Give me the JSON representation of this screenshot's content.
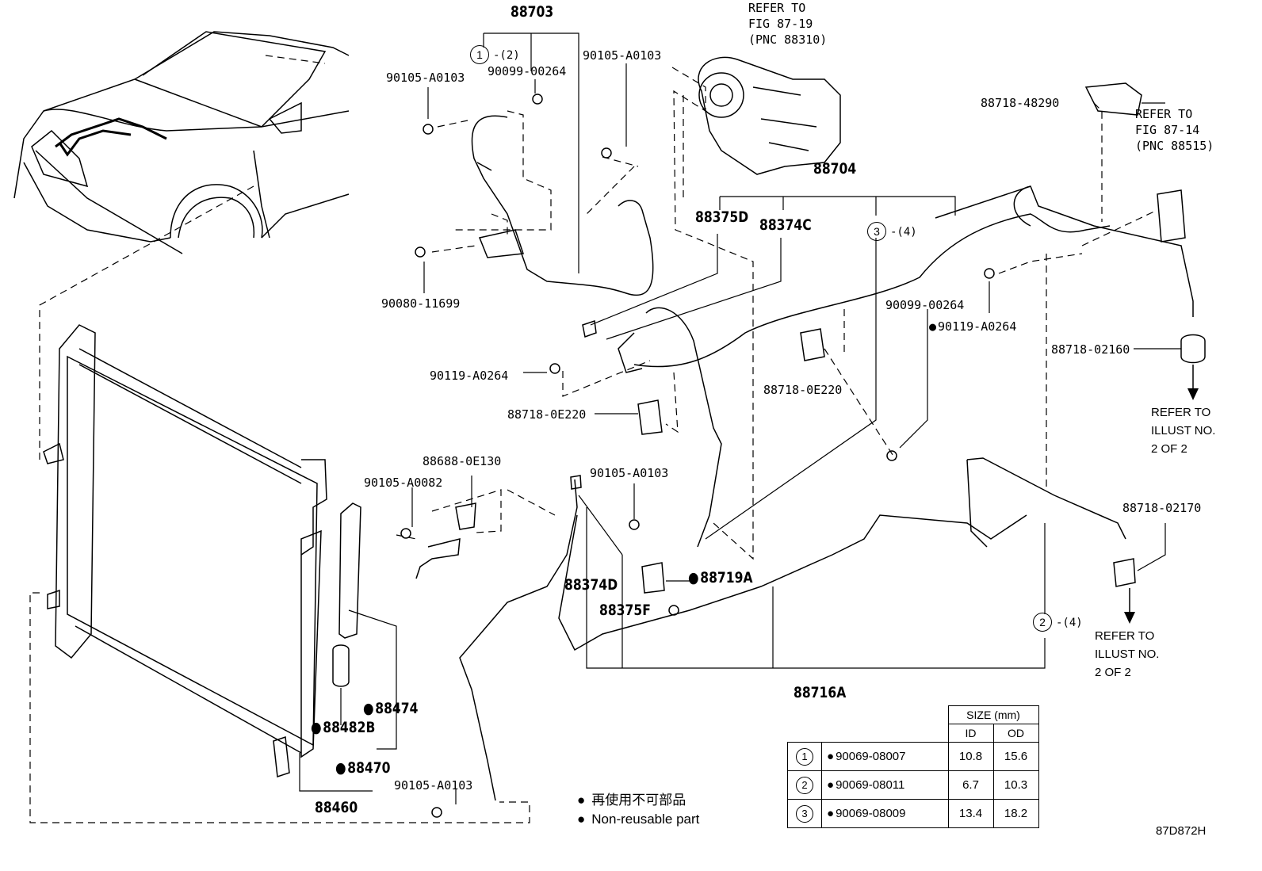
{
  "labels": {
    "p88703": "88703",
    "p90105_a": "90105-A0103",
    "p90099_a": "90099-00264",
    "p90105_b": "90105-A0103",
    "p90080": "90080-11699",
    "p88704": "88704",
    "p88375D": "88375D",
    "p88374C": "88374C",
    "p90099_b": "90099-00264",
    "p90119_a": "90119-A0264",
    "p90119_b": "90119-A0264",
    "p88718_0e220_a": "88718-0E220",
    "p88718_0e220_b": "88718-0E220",
    "p88718_48290": "88718-48290",
    "p88718_02160": "88718-02160",
    "p88718_02170": "88718-02170",
    "p88688": "88688-0E130",
    "p90105_c": "90105-A0082",
    "p90105_d": "90105-A0103",
    "p88374D": "88374D",
    "p88375F": "88375F",
    "p88719A": "88719A",
    "p88716A": "88716A",
    "p88474": "88474",
    "p88482B": "88482B",
    "p88470": "88470",
    "p88460": "88460",
    "p90105_e": "90105-A0103"
  },
  "refs": {
    "top": "REFER TO\nFIG 87-19\n(PNC 88310)",
    "right": "REFER TO\nFIG 87-14\n(PNC 88515)",
    "illust1": "REFER TO\nILLUST NO.\n2 OF 2",
    "illust2": "REFER TO\nILLUST NO.\n2 OF 2"
  },
  "callouts": {
    "c1": "1",
    "c1q": "-(2)",
    "c3": "3",
    "c3q": "-(4)",
    "c2": "2",
    "c2q": "-(4)"
  },
  "table": {
    "size_header": "SIZE (mm)",
    "col_id": "ID",
    "col_od": "OD",
    "rows": [
      {
        "no": "1",
        "part": "90069-08007",
        "id": "10.8",
        "od": "15.6"
      },
      {
        "no": "2",
        "part": "90069-08011",
        "id": "6.7",
        "od": "10.3"
      },
      {
        "no": "3",
        "part": "90069-08009",
        "id": "13.4",
        "od": "18.2"
      }
    ]
  },
  "legend": {
    "jp": "再使用不可部品",
    "en": "Non-reusable part"
  },
  "code": "87D872H"
}
